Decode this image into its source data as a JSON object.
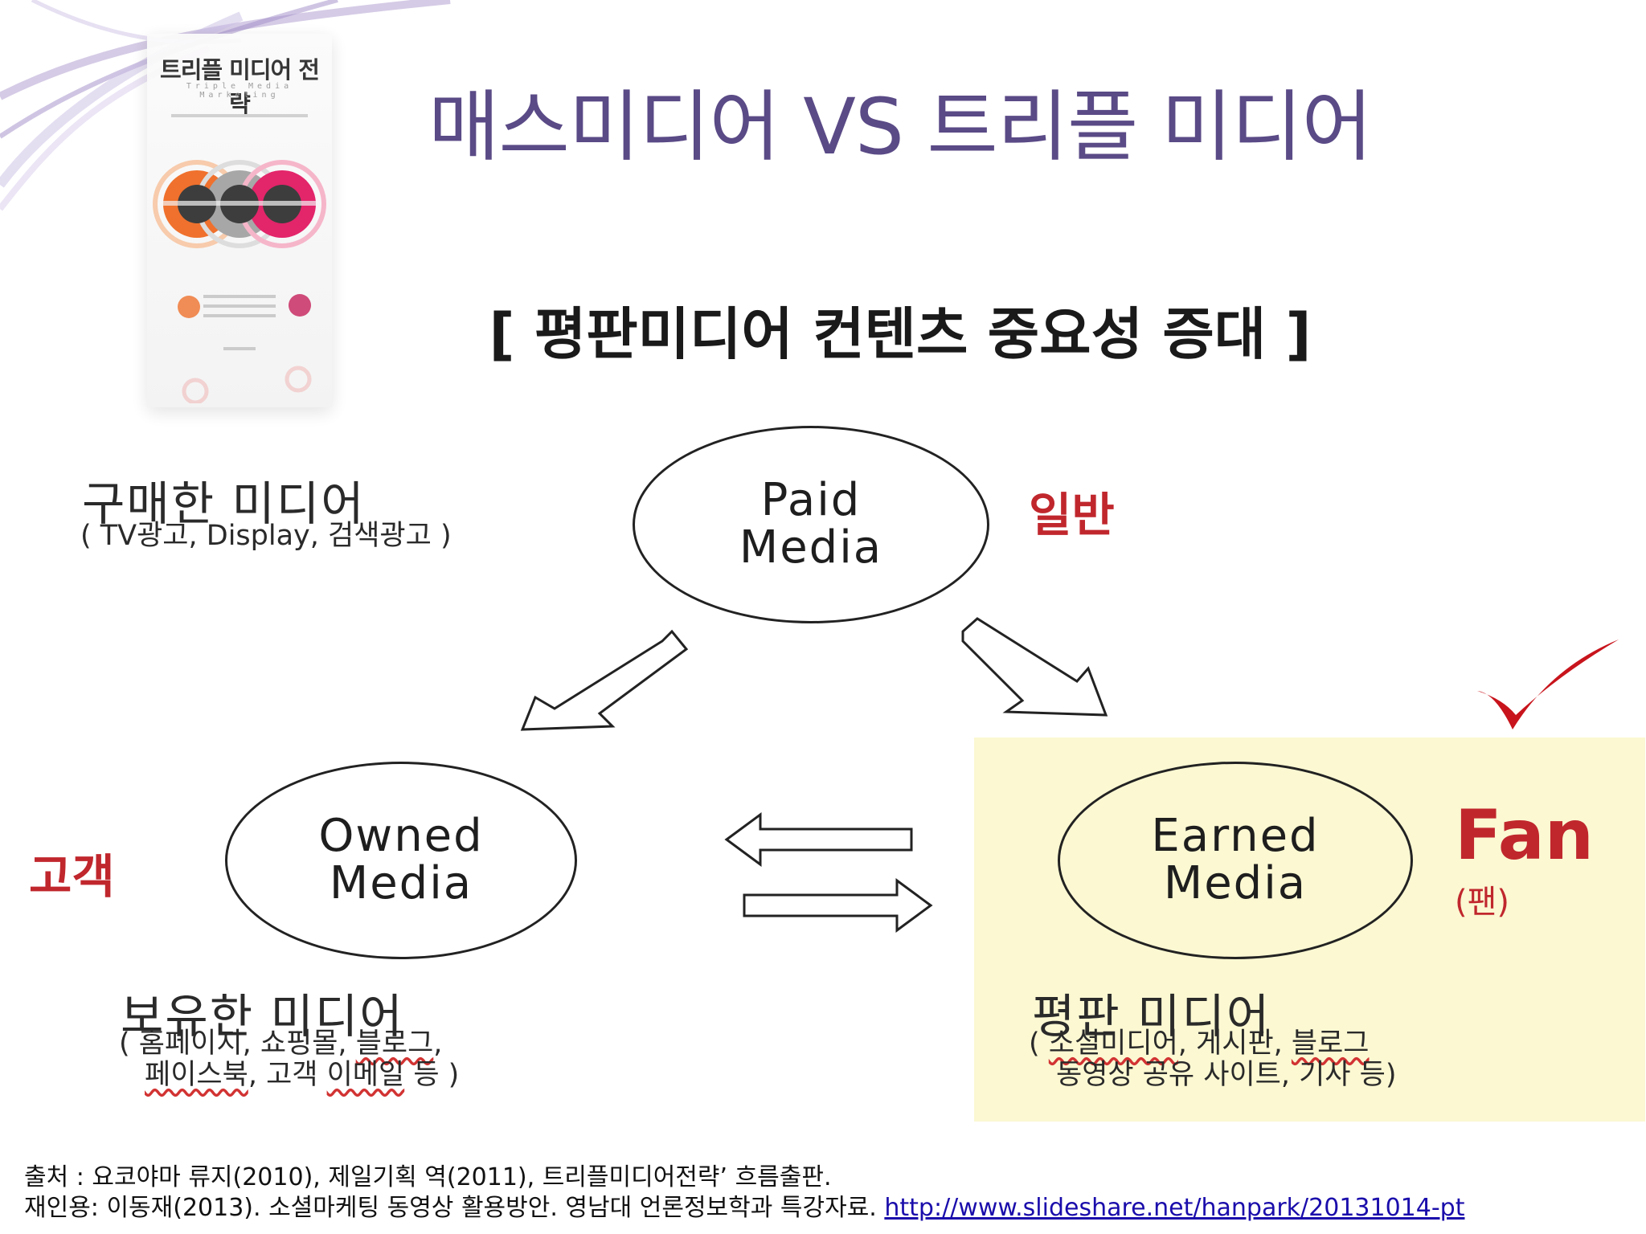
{
  "title": "매스미디어 VS 트리플 미디어",
  "book": {
    "title": "트리플 미디어 전략",
    "subtitle": "Triple Media Marketing"
  },
  "subtitle": "[ 평판미디어 컨텐츠 중요성 증대 ]",
  "paid": {
    "circle": "Paid\nMedia",
    "label": "구매한 미디어",
    "desc": "( TV광고, Display, 검색광고 )",
    "tag": "일반"
  },
  "owned": {
    "circle": "Owned\nMedia",
    "label": "보유한 미디어",
    "desc_line1_a": "( 홈페이지, 쇼핑몰, ",
    "desc_line1_b": "블로그",
    "desc_line1_c": ",",
    "desc_line2_a": "페이스북",
    "desc_line2_b": ", 고객 ",
    "desc_line2_c": "이메일",
    "desc_line2_d": " 등 )",
    "tag": "고객"
  },
  "earned": {
    "circle": "Earned\nMedia",
    "label": "평판 미디어",
    "desc_line1_a": "( ",
    "desc_line1_b": "소셜미디어",
    "desc_line1_c": ", 게시판, ",
    "desc_line1_d": "블로그",
    "desc_line2": "동영상 공유 사이트, 기사 등)",
    "tag": "Fan",
    "tag_sub": "(팬)"
  },
  "footer": {
    "line1": "출처 : 요코야마 류지(2010), 제일기획 역(2011), 트리플미디어전략’ 흐름출판.",
    "line2": "재인용: 이동재(2013). 소셜마케팅 동영상 활용방안. 영남대 언론정보학과 특강자료.",
    "link": "http://www.slideshare.net/hanpark/20131014-pt"
  },
  "colors": {
    "title": "#5a4a86",
    "accent_red": "#c0272d",
    "highlight": "#fbf8d2",
    "link": "#1a0dab"
  },
  "icons": [
    "check-mark-icon",
    "arrow-down-left-icon",
    "arrow-down-right-icon",
    "arrow-left-icon",
    "arrow-right-icon"
  ]
}
